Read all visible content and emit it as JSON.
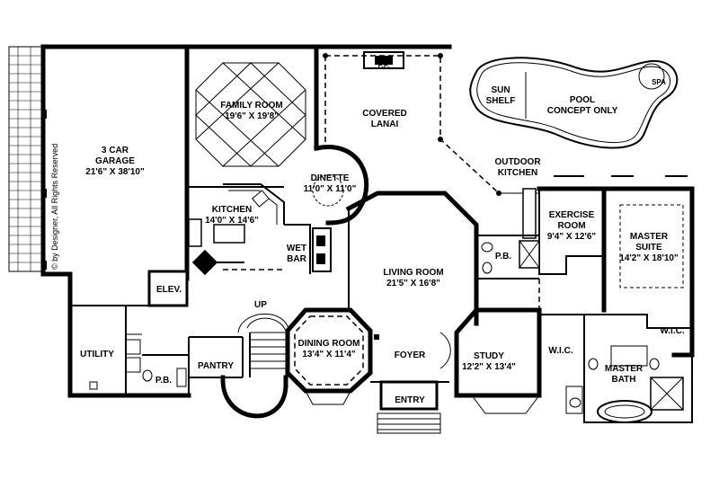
{
  "copyright": "© by Designer, All Rights Reserved",
  "rooms": {
    "garage": {
      "name": "3 CAR",
      "name2": "GARAGE",
      "dims": "21'6\" X 38'10\""
    },
    "family_room": {
      "name": "FAMILY ROOM",
      "dims": "19'6\" X 19'8\""
    },
    "covered_lanai": {
      "name": "COVERED",
      "name2": "LANAI"
    },
    "fireplace": {
      "name": "F.P."
    },
    "sun_shelf": {
      "name": "SUN",
      "name2": "SHELF"
    },
    "pool": {
      "name": "POOL",
      "name2": "CONCEPT ONLY"
    },
    "spa": {
      "name": "SPA"
    },
    "outdoor_kitchen": {
      "name": "OUTDOOR",
      "name2": "KITCHEN"
    },
    "dinette": {
      "name": "DINETTE",
      "dims": "11'0\" X 11'0\""
    },
    "kitchen": {
      "name": "KITCHEN",
      "dims": "14'0\" X 14'6\""
    },
    "wet_bar": {
      "name": "WET",
      "name2": "BAR"
    },
    "living_room": {
      "name": "LIVING ROOM",
      "dims": "21'5\" X 16'8\""
    },
    "exercise_room": {
      "name": "EXERCISE",
      "name2": "ROOM",
      "dims": "9'4\" X 12'6\""
    },
    "master_suite": {
      "name": "MASTER",
      "name2": "SUITE",
      "dims": "14'2\" X 18'10\""
    },
    "powder_bath_right": {
      "name": "P.B."
    },
    "elevator": {
      "name": "ELEV."
    },
    "up": {
      "name": "UP"
    },
    "utility": {
      "name": "UTILITY"
    },
    "powder_bath_left": {
      "name": "P.B."
    },
    "pantry": {
      "name": "PANTRY"
    },
    "dining_room": {
      "name": "DINING ROOM",
      "dims": "13'4\" X 11'4\""
    },
    "foyer": {
      "name": "FOYER"
    },
    "entry": {
      "name": "ENTRY"
    },
    "study": {
      "name": "STUDY",
      "dims": "12'2\" X 13'4\""
    },
    "wic_left": {
      "name": "W.I.C."
    },
    "wic_right": {
      "name": "W.I.C."
    },
    "master_bath": {
      "name": "MASTER",
      "name2": "BATH"
    }
  }
}
